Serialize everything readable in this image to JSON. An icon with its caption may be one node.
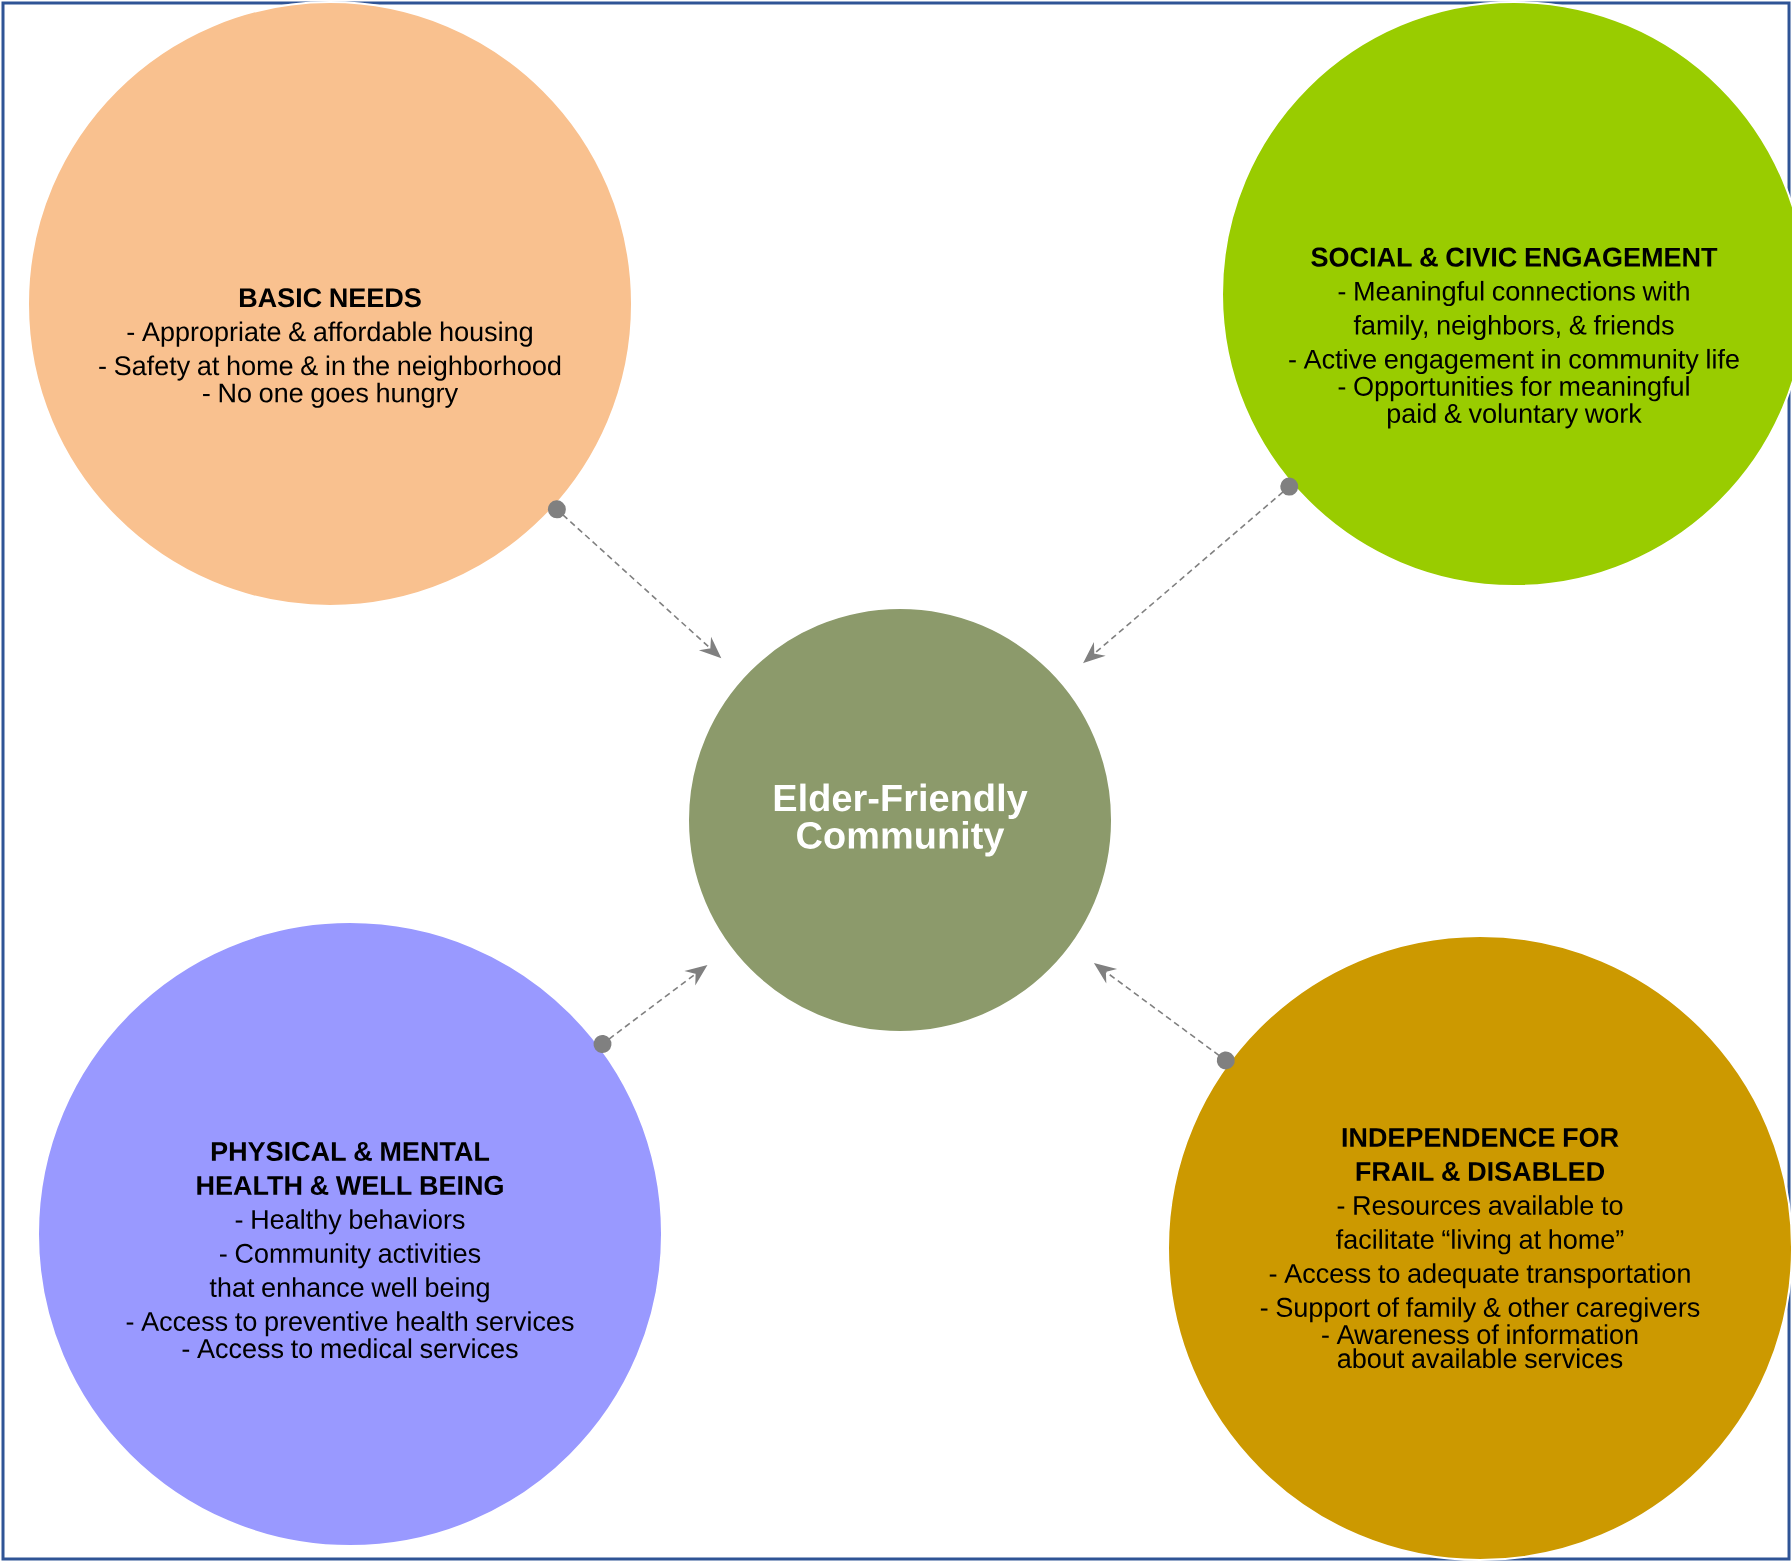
{
  "diagram": {
    "nodes": [
      {
        "text": [
          "BASIC NEEDS",
          "- Appropriate & affordable housing",
          "- Safety at home & in the neighborhood",
          "- No one goes hungry"
        ]
      },
      {
        "text": [
          "SOCIAL & CIVIC ENGAGEMENT",
          "- Meaningful connections with family, neighbors, & friends",
          "- Active engagement in community life",
          "- Opportunities for meaningful paid & voluntary work"
        ]
      },
      {
        "text": [
          "Elder-Friendly Community"
        ]
      },
      {
        "text": [
          "PHYSICAL & MENTAL HEALTH & WELL BEING",
          "- Healthy behaviors",
          "- Community activities that enhance well being",
          "- Access to preventive health services",
          "- Access to medical services"
        ]
      },
      {
        "text": [
          "INDEPENDENCE FOR FRAIL & DISABLED",
          "- Resources available to facilitate “living at home”",
          "- Access to adequate transportation",
          "- Support of family & other caregivers",
          "- Awareness of information about available services"
        ]
      }
    ],
    "edges": [
      {
        "from": 0,
        "to": 2,
        "arrow": "to",
        "style": "dashed"
      },
      {
        "from": 1,
        "to": 2,
        "arrow": "to",
        "style": "dashed"
      },
      {
        "from": 3,
        "to": 2,
        "arrow": "to",
        "style": "dashed"
      },
      {
        "from": 4,
        "to": 2,
        "arrow": "to",
        "style": "dashed"
      }
    ]
  }
}
